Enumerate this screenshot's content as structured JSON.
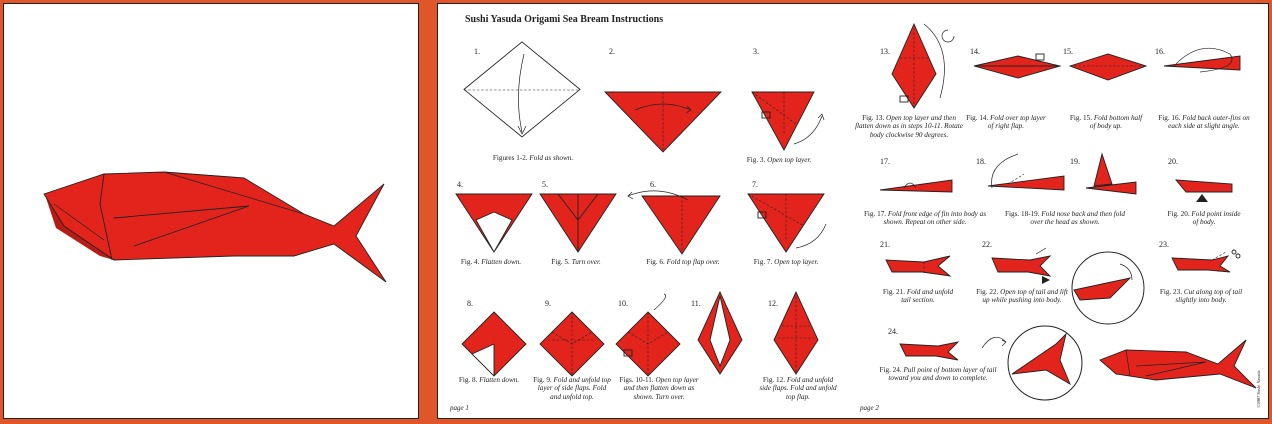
{
  "page": {
    "title": "Sushi Yasuda Origami Sea Bream Instructions",
    "page1_label": "page 1",
    "page2_label": "page 2",
    "copyright": "©2007 Sushi Yasuda"
  },
  "colors": {
    "paper_red": "#e3241c",
    "background": "#e0552a",
    "panel": "#ffffff"
  },
  "steps": [
    {
      "num": "1.",
      "id": "1"
    },
    {
      "num": "2.",
      "id": "2"
    },
    {
      "num": "3.",
      "id": "3"
    },
    {
      "num": "4.",
      "id": "4"
    },
    {
      "num": "5.",
      "id": "5"
    },
    {
      "num": "6.",
      "id": "6"
    },
    {
      "num": "7.",
      "id": "7"
    },
    {
      "num": "8.",
      "id": "8"
    },
    {
      "num": "9.",
      "id": "9"
    },
    {
      "num": "10.",
      "id": "10"
    },
    {
      "num": "11.",
      "id": "11"
    },
    {
      "num": "12.",
      "id": "12"
    },
    {
      "num": "13.",
      "id": "13"
    },
    {
      "num": "14.",
      "id": "14"
    },
    {
      "num": "15.",
      "id": "15"
    },
    {
      "num": "16.",
      "id": "16"
    },
    {
      "num": "17.",
      "id": "17"
    },
    {
      "num": "18.",
      "id": "18"
    },
    {
      "num": "19.",
      "id": "19"
    },
    {
      "num": "20.",
      "id": "20"
    },
    {
      "num": "21.",
      "id": "21"
    },
    {
      "num": "22.",
      "id": "22"
    },
    {
      "num": "23.",
      "id": "23"
    },
    {
      "num": "24.",
      "id": "24"
    }
  ],
  "captions": {
    "c1_2": {
      "label": "Figures 1-2.",
      "text": "Fold as shown."
    },
    "c3": {
      "label": "Fig. 3.",
      "text": "Open top layer."
    },
    "c4": {
      "label": "Fig. 4.",
      "text": "Flatten down."
    },
    "c5": {
      "label": "Fig. 5.",
      "text": "Turn over."
    },
    "c6": {
      "label": "Fig. 6.",
      "text": "Fold top flap over."
    },
    "c7": {
      "label": "Fig. 7.",
      "text": "Open top layer."
    },
    "c8": {
      "label": "Fig. 8.",
      "text": "Flatten down."
    },
    "c9": {
      "label": "Fig. 9.",
      "text": "Fold and unfold top layer of side flaps. Fold and unfold top."
    },
    "c10_11": {
      "label": "Figs. 10-11.",
      "text": "Open top layer and then flatten down as shown. Turn over."
    },
    "c12": {
      "label": "Fig. 12.",
      "text": "Fold and unfold side flaps. Fold and unfold top flap."
    },
    "c13": {
      "label": "Fig. 13.",
      "text": "Open top layer and then flatten down as in steps 10-11. Rotate body clockwise 90 degrees."
    },
    "c14": {
      "label": "Fig. 14.",
      "text": "Fold over top layer of right flap."
    },
    "c15": {
      "label": "Fig. 15.",
      "text": "Fold bottom half of body up."
    },
    "c16": {
      "label": "Fig. 16.",
      "text": "Fold back outer-fins on each side at slight angle."
    },
    "c17": {
      "label": "Fig. 17.",
      "text": "Fold front edge of fin into body as shown. Repeat on other side."
    },
    "c18_19": {
      "label": "Figs. 18-19.",
      "text": "Fold nose back and then fold over the head as shown."
    },
    "c20": {
      "label": "Fig. 20.",
      "text": "Fold point inside of body."
    },
    "c21": {
      "label": "Fig. 21.",
      "text": "Fold and unfold tail section."
    },
    "c22": {
      "label": "Fig. 22.",
      "text": "Open top of tail and lift up while pushing into body."
    },
    "c23": {
      "label": "Fig. 23.",
      "text": "Cut along top of tail slightly into body."
    },
    "c24": {
      "label": "Fig. 24.",
      "text": "Pull point of bottom layer of tail toward you and down to complete."
    }
  }
}
